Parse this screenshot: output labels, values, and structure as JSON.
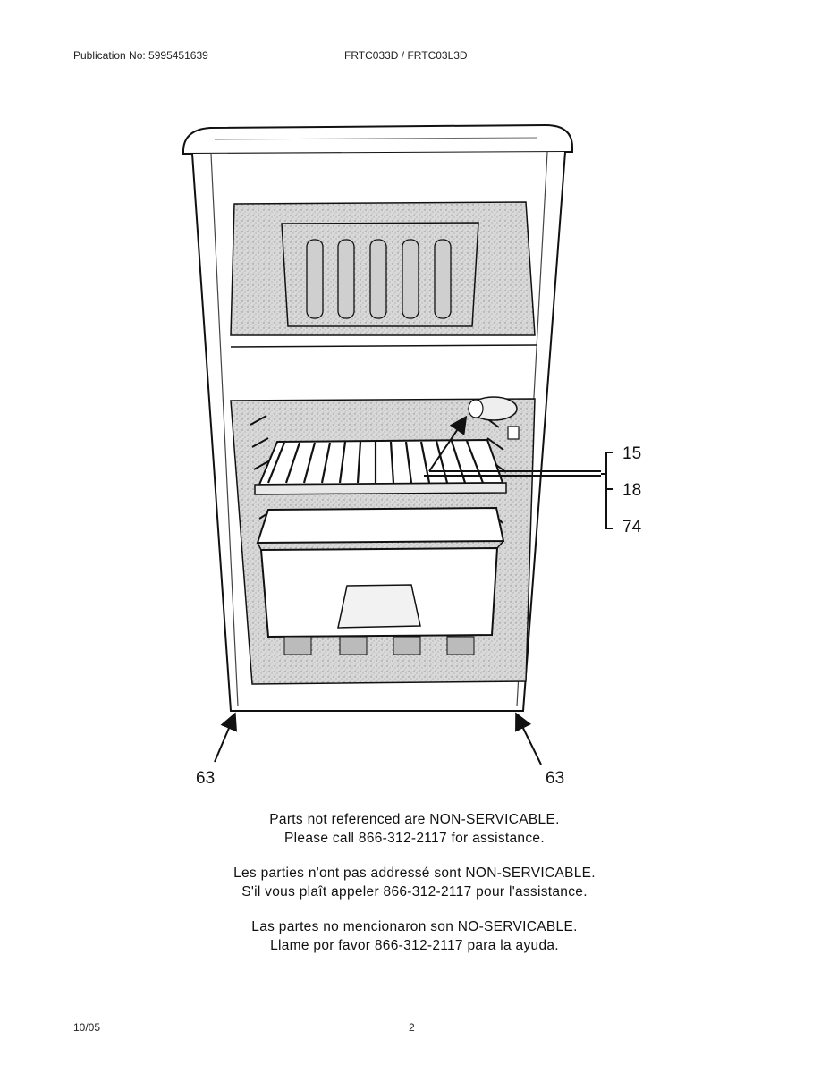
{
  "header": {
    "publication": "Publication No: 5995451639",
    "models": "FRTC033D / FRTC03L3D"
  },
  "callouts": {
    "c15": "15",
    "c18": "18",
    "c74": "74",
    "c63_left": "63",
    "c63_right": "63"
  },
  "notes": {
    "en_line1": "Parts not referenced are NON-SERVICABLE.",
    "en_line2": "Please call 866-312-2117 for assistance.",
    "fr_line1": "Les parties n'ont pas addressé sont NON-SERVICABLE.",
    "fr_line2": "S'il vous plaît appeler 866-312-2117 pour l'assistance.",
    "es_line1": "Las partes no mencionaron son NO-SERVICABLE.",
    "es_line2": "Llame por favor 866-312-2117 para la ayuda."
  },
  "footer": {
    "date": "10/05",
    "page": "2"
  }
}
